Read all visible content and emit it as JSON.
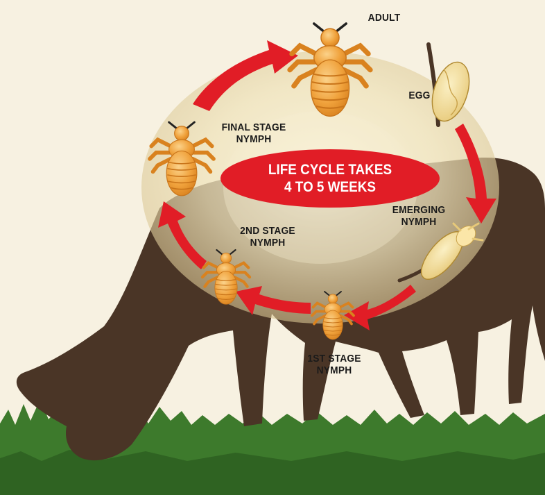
{
  "diagram": {
    "center_label": {
      "line1": "LIFE CYCLE TAKES",
      "line2": "4 TO 5 WEEKS"
    },
    "stages": {
      "adult": {
        "line1": "ADULT"
      },
      "egg": {
        "line1": "EGG"
      },
      "emerging_nymph": {
        "line1": "EMERGING",
        "line2": "NYMPH"
      },
      "first_stage_nymph": {
        "line1": "1ST STAGE",
        "line2": "NYMPH"
      },
      "second_stage_nymph": {
        "line1": "2ND STAGE",
        "line2": "NYMPH"
      },
      "final_stage_nymph": {
        "line1": "FINAL STAGE",
        "line2": "NYMPH"
      }
    },
    "colors": {
      "background": "#f7f1e1",
      "cow": "#4a3526",
      "grass": "#3d7a2c",
      "arrow": "#e11d26",
      "louse": "#f2a33a",
      "egg": "#f3e2a0",
      "center_oval": "#e11d26",
      "circle_glow": "#e8d8a8"
    },
    "icons": [
      "cow-silhouette",
      "louse-icon",
      "egg-icon",
      "cycle-arrow"
    ]
  }
}
